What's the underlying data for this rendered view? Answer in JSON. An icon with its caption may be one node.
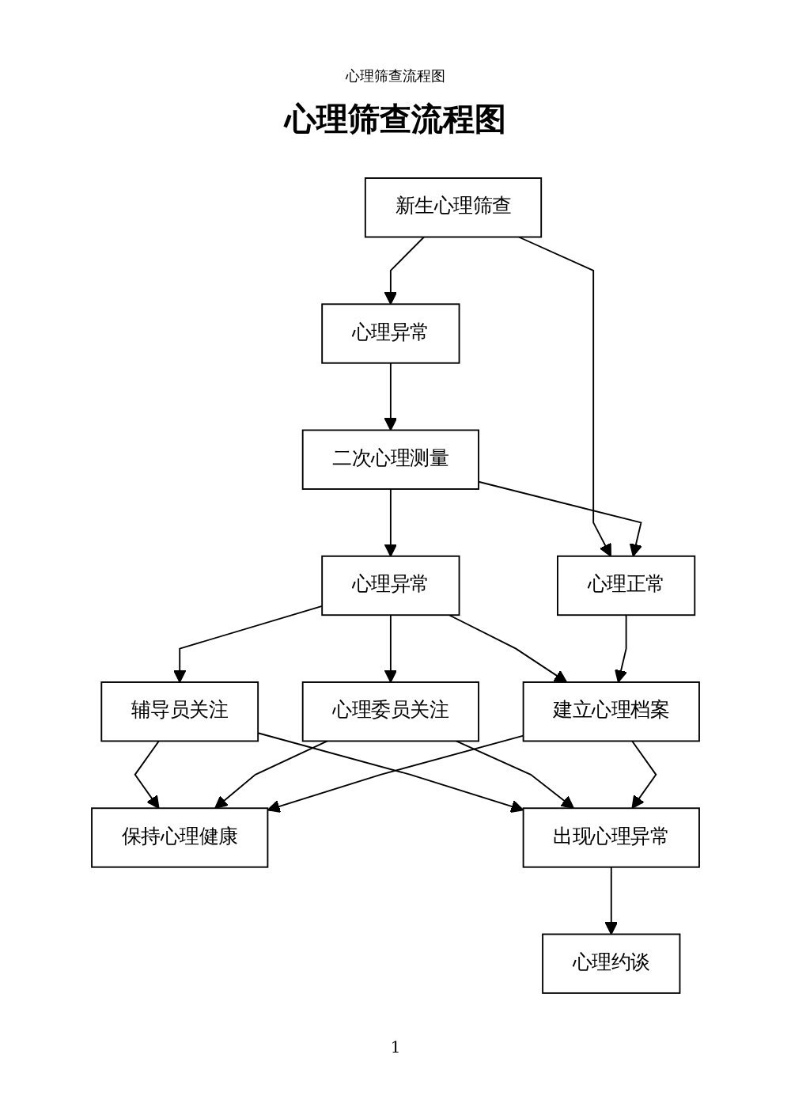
{
  "diagram": {
    "title": "心理筛查流程图",
    "nodes": [
      {
        "text": [
          "新生心理筛查"
        ]
      },
      {
        "text": [
          "心理异常"
        ]
      },
      {
        "text": [
          "心理正常"
        ]
      },
      {
        "text": [
          "二次心理测量"
        ]
      },
      {
        "text": [
          "心理异常"
        ]
      },
      {
        "text": [
          "辅导员关注"
        ]
      },
      {
        "text": [
          "心理委员关注"
        ]
      },
      {
        "text": [
          "建立心理档案"
        ]
      },
      {
        "text": [
          "保持心理健康"
        ]
      },
      {
        "text": [
          "出现心理异常"
        ]
      },
      {
        "text": [
          "心理约谈"
        ]
      }
    ],
    "edges": [
      {
        "from": 0,
        "to": 1,
        "arrow": "to"
      },
      {
        "from": 0,
        "to": 2,
        "arrow": "to"
      },
      {
        "from": 1,
        "to": 3,
        "arrow": "to"
      },
      {
        "from": 3,
        "to": 2,
        "arrow": "to"
      },
      {
        "from": 3,
        "to": 4,
        "arrow": "to"
      },
      {
        "from": 4,
        "to": 5,
        "arrow": "to"
      },
      {
        "from": 4,
        "to": 6,
        "arrow": "to"
      },
      {
        "from": 4,
        "to": 7,
        "arrow": "to"
      },
      {
        "from": 2,
        "to": 7,
        "arrow": "to"
      },
      {
        "from": 5,
        "to": 8,
        "arrow": "to"
      },
      {
        "from": 5,
        "to": 9,
        "arrow": "to"
      },
      {
        "from": 6,
        "to": 8,
        "arrow": "to"
      },
      {
        "from": 6,
        "to": 9,
        "arrow": "to"
      },
      {
        "from": 7,
        "to": 8,
        "arrow": "to"
      },
      {
        "from": 7,
        "to": 9,
        "arrow": "to"
      },
      {
        "from": 9,
        "to": 10,
        "arrow": "to"
      }
    ],
    "labels": [
      "心理筛查流程图",
      "1"
    ]
  }
}
